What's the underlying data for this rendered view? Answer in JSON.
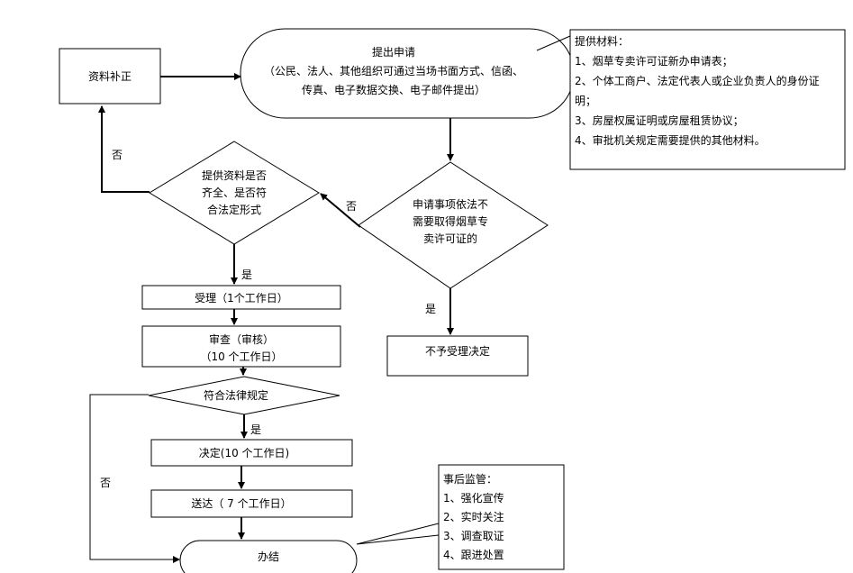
{
  "submit": {
    "title": "提出申请",
    "line1": "（公民、法人、其他组织可通过当场书面方式、信函、",
    "line2": "传真、电子数据交换、电子邮件提出）"
  },
  "supplement": {
    "label": "资料补正"
  },
  "materials": {
    "title": "提供材料：",
    "item1": "1、烟草专卖许可证新办申请表；",
    "item2a": "2、个体工商户、法定代表人或企业负责人的身份证",
    "item2b": "明；",
    "item3": "3、房屋权属证明或房屋租赁协议；",
    "item4": "4、审批机关规定需要提供的其他材料。"
  },
  "check_complete": {
    "line1": "提供资料是否",
    "line2": "齐全、是否符",
    "line3": "合法定形式"
  },
  "check_need": {
    "line1": "申请事项依法不",
    "line2": "需要取得烟草专",
    "line3": "卖许可证的"
  },
  "reject": {
    "label": "不予受理决定"
  },
  "accept": {
    "label": "受理（1个工作日）"
  },
  "review": {
    "line1": "审查（审核）",
    "line2": "（10 个工作日）"
  },
  "legal": {
    "label": "符合法律规定"
  },
  "decision": {
    "label": "决定(10 个工作日)"
  },
  "delivery": {
    "label": "送达（ 7 个工作日）"
  },
  "finish": {
    "label": "办结"
  },
  "supervision": {
    "title": "事后监管：",
    "item1": "1、强化宣传",
    "item2": "2、实时关注",
    "item3": "3、调查取证",
    "item4": "4、跟进处置"
  },
  "edges": {
    "no_to_supplement": "否",
    "no_to_check": "否",
    "yes_to_reject": "是",
    "yes_to_accept": "是",
    "yes_to_decision": "是",
    "no_to_finish": "否"
  }
}
